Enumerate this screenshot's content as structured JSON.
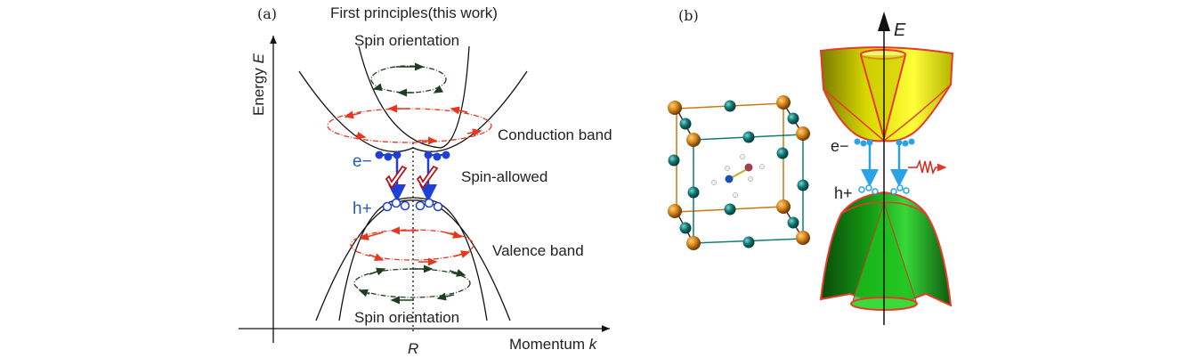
{
  "panel_a": {
    "panel_label": "(a)",
    "title": "First principles(this work)",
    "y_axis_label": "Energy ",
    "y_axis_symbol": "E",
    "x_axis_label": "Momentum ",
    "x_axis_symbol": "k",
    "x_point_label": "R",
    "spin_orientation_top": "Spin orientation",
    "spin_orientation_bottom": "Spin orientation",
    "conduction_band_label": "Conduction band",
    "valence_band_label": "Valence band",
    "transition_label": "Spin-allowed",
    "electron_label": "e−",
    "hole_label": "h+",
    "icons": [
      "checkmark-icon",
      "checkmark-icon"
    ],
    "colors": {
      "band_line": "#111111",
      "outer_spin_loop": "#e8351e",
      "inner_spin_loop": "#1f3d1f",
      "carrier": "#1f3fd6",
      "check": "#b0141c"
    }
  },
  "panel_b": {
    "panel_label": "(b)",
    "axis_label": "E",
    "electron_label": "e−",
    "hole_label": "h+",
    "photon_icon": "photon-emission-icon",
    "colors": {
      "conduction_cone": "#e6e600",
      "valence_cone": "#1a9a1a",
      "cone_edge": "#e83a2a",
      "transition_arrow": "#29a3e6",
      "lead_atom": "#c87814",
      "halide_atom": "#117a7a",
      "photon": "#d8261a"
    }
  }
}
